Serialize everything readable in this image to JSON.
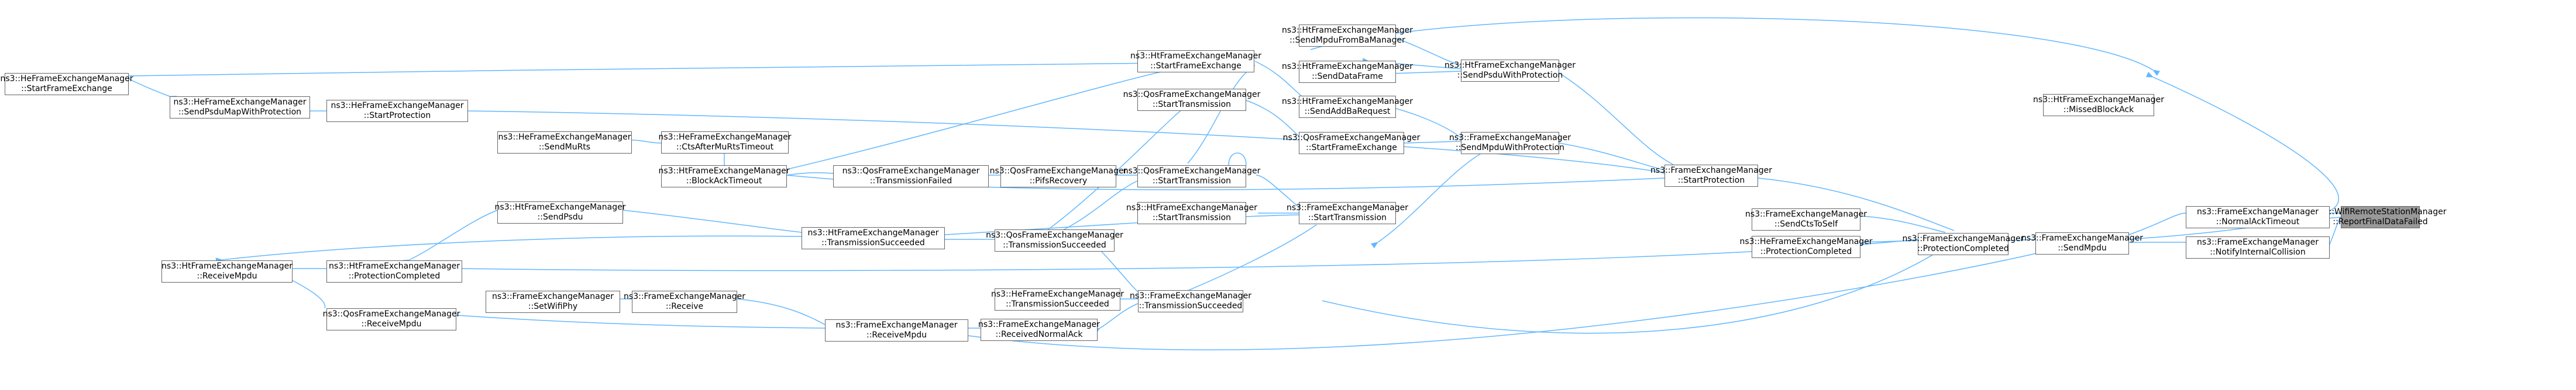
{
  "colors": {
    "edge": "#63b8ff",
    "node_border": "#666666",
    "node_fill": "#ffffff",
    "root_fill": "#999999"
  },
  "nodes": {
    "n0": {
      "l1": "ns3::WifiRemoteStationManager",
      "l2": "::ReportFinalDataFailed"
    },
    "n1": {
      "l1": "ns3::HtFrameExchangeManager",
      "l2": "::MissedBlockAck"
    },
    "n2": {
      "l1": "ns3::FrameExchangeManager",
      "l2": "::NormalAckTimeout"
    },
    "n3": {
      "l1": "ns3::FrameExchangeManager",
      "l2": "::NotifyInternalCollision"
    },
    "n4": {
      "l1": "ns3::FrameExchangeManager",
      "l2": "::SendMpdu"
    },
    "n5": {
      "l1": "ns3::FrameExchangeManager",
      "l2": "::ProtectionCompleted"
    },
    "n6": {
      "l1": "ns3::FrameExchangeManager",
      "l2": "::StartProtection"
    },
    "n7": {
      "l1": "ns3::FrameExchangeManager",
      "l2": "::SendCtsToSelf"
    },
    "n8": {
      "l1": "ns3::HeFrameExchangeManager",
      "l2": "::ProtectionCompleted"
    },
    "n9": {
      "l1": "ns3::HtFrameExchangeManager",
      "l2": "::SendPsduWithProtection"
    },
    "n10": {
      "l1": "ns3::FrameExchangeManager",
      "l2": "::SendMpduWithProtection"
    },
    "n11": {
      "l1": "ns3::FrameExchangeManager",
      "l2": "::StartTransmission"
    },
    "n12": {
      "l1": "ns3::FrameExchangeManager",
      "l2": "::TransmissionSucceeded"
    },
    "n13": {
      "l1": "ns3::HtFrameExchangeManager",
      "l2": "::SendMpduFromBaManager"
    },
    "n14": {
      "l1": "ns3::HtFrameExchangeManager",
      "l2": "::StartFrameExchange"
    },
    "n15": {
      "l1": "ns3::HtFrameExchangeManager",
      "l2": "::SendDataFrame"
    },
    "n16": {
      "l1": "ns3::HtFrameExchangeManager",
      "l2": "::SendAddBaRequest"
    },
    "n17": {
      "l1": "ns3::QosFrameExchangeManager",
      "l2": "::StartFrameExchange"
    },
    "n18": {
      "l1": "ns3::QosFrameExchangeManager",
      "l2": "::StartTransmission"
    },
    "n19": {
      "l1": "ns3::QosFrameExchangeManager",
      "l2": "::StartTransmission"
    },
    "n20": {
      "l1": "ns3::HtFrameExchangeManager",
      "l2": "::StartTransmission"
    },
    "n21": {
      "l1": "ns3::HeFrameExchangeManager",
      "l2": "::TransmissionSucceeded"
    },
    "n22": {
      "l1": "ns3::FrameExchangeManager",
      "l2": "::ReceivedNormalAck"
    },
    "n23": {
      "l1": "ns3::QosFrameExchangeManager",
      "l2": "::PifsRecovery"
    },
    "n24": {
      "l1": "ns3::QosFrameExchangeManager",
      "l2": "::TransmissionSucceeded"
    },
    "n25": {
      "l1": "ns3::QosFrameExchangeManager",
      "l2": "::TransmissionFailed"
    },
    "n26": {
      "l1": "ns3::HtFrameExchangeManager",
      "l2": "::TransmissionSucceeded"
    },
    "n27": {
      "l1": "ns3::FrameExchangeManager",
      "l2": "::ReceiveMpdu"
    },
    "n28": {
      "l1": "ns3::FrameExchangeManager",
      "l2": "::Receive"
    },
    "n29": {
      "l1": "ns3::FrameExchangeManager",
      "l2": "::SetWifiPhy"
    },
    "n30": {
      "l1": "ns3::HeFrameExchangeManager",
      "l2": "::CtsAfterMuRtsTimeout"
    },
    "n31": {
      "l1": "ns3::HtFrameExchangeManager",
      "l2": "::BlockAckTimeout"
    },
    "n32": {
      "l1": "ns3::HeFrameExchangeManager",
      "l2": "::SendMuRts"
    },
    "n33": {
      "l1": "ns3::HtFrameExchangeManager",
      "l2": "::SendPsdu"
    },
    "n34": {
      "l1": "ns3::HeFrameExchangeManager",
      "l2": "::StartProtection"
    },
    "n35": {
      "l1": "ns3::HtFrameExchangeManager",
      "l2": "::ProtectionCompleted"
    },
    "n36": {
      "l1": "ns3::QosFrameExchangeManager",
      "l2": "::ReceiveMpdu"
    },
    "n37": {
      "l1": "ns3::HeFrameExchangeManager",
      "l2": "::SendPsduMapWithProtection"
    },
    "n38": {
      "l1": "ns3::HtFrameExchangeManager",
      "l2": "::ReceiveMpdu"
    },
    "n39": {
      "l1": "ns3::HeFrameExchangeManager",
      "l2": "::StartFrameExchange"
    }
  }
}
